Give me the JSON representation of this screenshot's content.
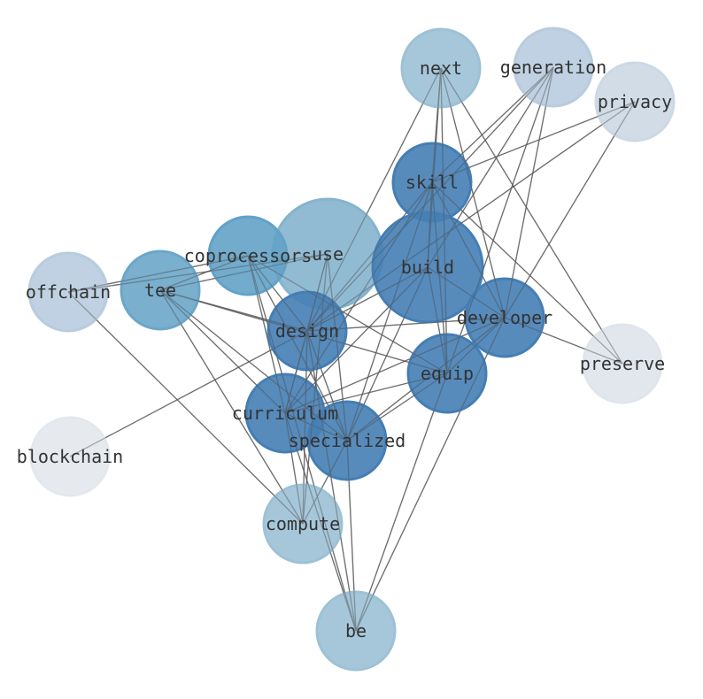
{
  "nodes": [
    {
      "id": "next",
      "label": "next",
      "color": "#a9cfe5",
      "size": "m"
    },
    {
      "id": "generation",
      "label": "generation",
      "color": "#c6dbef",
      "size": "m"
    },
    {
      "id": "privacy",
      "label": "privacy",
      "color": "#dbe9f6",
      "size": "m"
    },
    {
      "id": "skill",
      "label": "skill",
      "color": "#4a88c2",
      "size": "m"
    },
    {
      "id": "use",
      "label": "use",
      "color": "#8fc1de",
      "size": "l"
    },
    {
      "id": "build",
      "label": "build",
      "color": "#4a88c2",
      "size": "l"
    },
    {
      "id": "coprocessors",
      "label": "coprocessors",
      "color": "#6aaed6",
      "size": "m"
    },
    {
      "id": "tee",
      "label": "tee",
      "color": "#73b3d8",
      "size": "m"
    },
    {
      "id": "offchain",
      "label": "offchain",
      "color": "#c6dbef",
      "size": "m"
    },
    {
      "id": "developer",
      "label": "developer",
      "color": "#4a88c2",
      "size": "m"
    },
    {
      "id": "design",
      "label": "design",
      "color": "#4a88c2",
      "size": "m"
    },
    {
      "id": "preserve",
      "label": "preserve",
      "color": "#f0f6fd",
      "size": "m"
    },
    {
      "id": "equip",
      "label": "equip",
      "color": "#4a88c2",
      "size": "m"
    },
    {
      "id": "curriculum",
      "label": "curriculum",
      "color": "#4a88c2",
      "size": "m"
    },
    {
      "id": "specialized",
      "label": "specialized",
      "color": "#4a88c2",
      "size": "m"
    },
    {
      "id": "blockchain",
      "label": "blockchain",
      "color": "#f4f9fe",
      "size": "m"
    },
    {
      "id": "compute",
      "label": "compute",
      "color": "#a9cfe5",
      "size": "m"
    },
    {
      "id": "be",
      "label": "be",
      "color": "#a9cfe5",
      "size": "m"
    }
  ],
  "edges": [
    [
      "next",
      "skill"
    ],
    [
      "next",
      "build"
    ],
    [
      "next",
      "equip"
    ],
    [
      "next",
      "design"
    ],
    [
      "next",
      "developer"
    ],
    [
      "next",
      "preserve"
    ],
    [
      "generation",
      "skill"
    ],
    [
      "generation",
      "build"
    ],
    [
      "generation",
      "equip"
    ],
    [
      "generation",
      "developer"
    ],
    [
      "generation",
      "design"
    ],
    [
      "privacy",
      "skill"
    ],
    [
      "privacy",
      "developer"
    ],
    [
      "privacy",
      "design"
    ],
    [
      "skill",
      "build"
    ],
    [
      "skill",
      "equip"
    ],
    [
      "skill",
      "developer"
    ],
    [
      "skill",
      "curriculum"
    ],
    [
      "skill",
      "specialized"
    ],
    [
      "skill",
      "design"
    ],
    [
      "skill",
      "preserve"
    ],
    [
      "use",
      "tee"
    ],
    [
      "use",
      "offchain"
    ],
    [
      "use",
      "design"
    ],
    [
      "use",
      "curriculum"
    ],
    [
      "use",
      "specialized"
    ],
    [
      "use",
      "compute"
    ],
    [
      "build",
      "developer"
    ],
    [
      "build",
      "equip"
    ],
    [
      "build",
      "design"
    ],
    [
      "build",
      "curriculum"
    ],
    [
      "build",
      "specialized"
    ],
    [
      "coprocessors",
      "tee"
    ],
    [
      "coprocessors",
      "offchain"
    ],
    [
      "coprocessors",
      "design"
    ],
    [
      "coprocessors",
      "curriculum"
    ],
    [
      "coprocessors",
      "specialized"
    ],
    [
      "coprocessors",
      "equip"
    ],
    [
      "coprocessors",
      "be"
    ],
    [
      "tee",
      "design"
    ],
    [
      "tee",
      "curriculum"
    ],
    [
      "tee",
      "specialized"
    ],
    [
      "tee",
      "compute"
    ],
    [
      "tee",
      "equip"
    ],
    [
      "offchain",
      "compute"
    ],
    [
      "blockchain",
      "design"
    ],
    [
      "developer",
      "design"
    ],
    [
      "developer",
      "equip"
    ],
    [
      "developer",
      "curriculum"
    ],
    [
      "developer",
      "specialized"
    ],
    [
      "developer",
      "preserve"
    ],
    [
      "developer",
      "be"
    ],
    [
      "equip",
      "curriculum"
    ],
    [
      "equip",
      "specialized"
    ],
    [
      "equip",
      "be"
    ],
    [
      "design",
      "curriculum"
    ],
    [
      "design",
      "specialized"
    ],
    [
      "design",
      "be"
    ],
    [
      "design",
      "compute"
    ],
    [
      "curriculum",
      "specialized"
    ],
    [
      "curriculum",
      "be"
    ],
    [
      "curriculum",
      "compute"
    ],
    [
      "specialized",
      "be"
    ],
    [
      "specialized",
      "compute"
    ]
  ]
}
